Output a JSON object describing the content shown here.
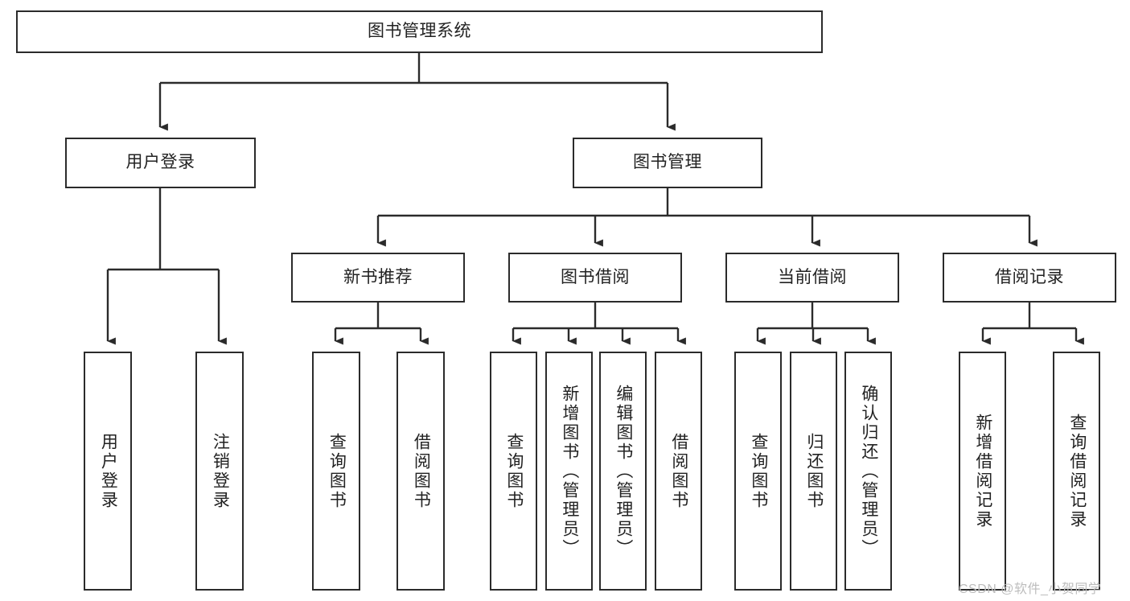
{
  "diagram": {
    "title_node": {
      "label": "图书管理系统"
    },
    "level1": [
      {
        "id": "user-login",
        "label": "用户登录"
      },
      {
        "id": "book-manage",
        "label": "图书管理"
      }
    ],
    "level2": [
      {
        "id": "new-book-rec",
        "label": "新书推荐"
      },
      {
        "id": "book-borrow",
        "label": "图书借阅"
      },
      {
        "id": "current-borrow",
        "label": "当前借阅"
      },
      {
        "id": "borrow-record",
        "label": "借阅记录"
      }
    ],
    "leaves": {
      "user_login": [
        {
          "id": "leaf-user-login",
          "label": "用户登录"
        },
        {
          "id": "leaf-logout-login",
          "label": "注销登录"
        }
      ],
      "new_book_rec": [
        {
          "id": "leaf-query-book-1",
          "label": "查询图书"
        },
        {
          "id": "leaf-borrow-book-1",
          "label": "借阅图书"
        }
      ],
      "book_borrow": [
        {
          "id": "leaf-query-book-2",
          "label": "查询图书"
        },
        {
          "id": "leaf-add-book",
          "label": "新增图书（管理员）"
        },
        {
          "id": "leaf-edit-book",
          "label": "编辑图书（管理员）"
        },
        {
          "id": "leaf-borrow-book-2",
          "label": "借阅图书"
        }
      ],
      "current_borrow": [
        {
          "id": "leaf-query-book-3",
          "label": "查询图书"
        },
        {
          "id": "leaf-return-book",
          "label": "归还图书"
        },
        {
          "id": "leaf-confirm-return",
          "label": "确认归还（管理员）"
        }
      ],
      "borrow_record": [
        {
          "id": "leaf-add-record",
          "label": "新增借阅记录"
        },
        {
          "id": "leaf-query-record",
          "label": "查询借阅记录"
        }
      ]
    }
  },
  "watermark": {
    "text": "CSDN @软件_小贺同学"
  },
  "colors": {
    "stroke": "#2b2b2b",
    "background": "#ffffff",
    "text": "#222222",
    "watermark": "#bdbdbd"
  }
}
